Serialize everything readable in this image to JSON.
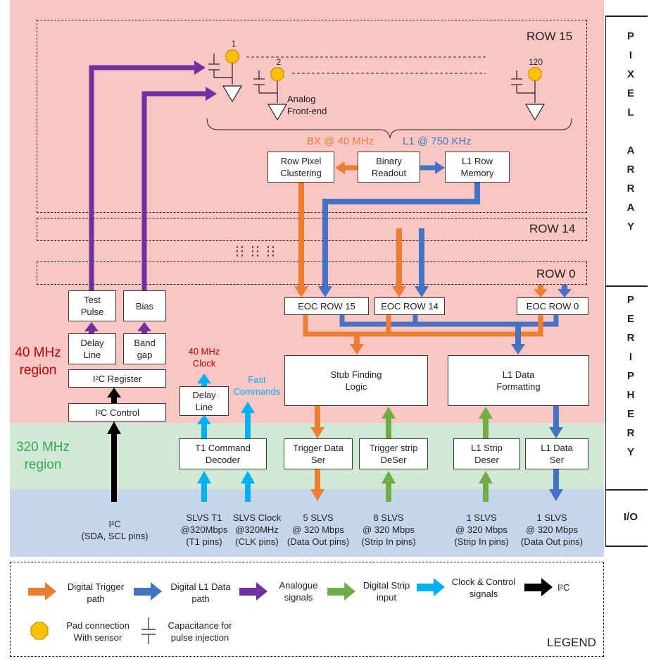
{
  "colors": {
    "region_40mhz": "#f9c6c4",
    "region_320mhz": "#cfe9d4",
    "region_io": "#c6d6ea",
    "trigger": "#ed7d31",
    "l1": "#4472c4",
    "analogue": "#7030a0",
    "strip": "#70ad47",
    "clock": "#00b0f0",
    "i2c": "#000000",
    "pad": "#ffc000"
  },
  "regions": {
    "r40": "40 MHz\nregion",
    "r320": "320 MHz\nregion"
  },
  "side_labels": {
    "pixel_array": "P\nI\nX\nE\nL\n\nA\nR\nR\nA\nY",
    "periphery": "P\nE\nR\nI\nP\nH\nE\nR\nY",
    "io": "I/O"
  },
  "pixel_array": {
    "row15": "ROW 15",
    "row14": "ROW 14",
    "row0": "ROW 0",
    "pixel_numbers": [
      "1",
      "2",
      "120"
    ],
    "analog_frontend": "Analog\nFront-end",
    "bx_label": "BX @ 40 MHz",
    "l1_label": "L1 @ 750 KHz",
    "row_pixel_clustering": "Row Pixel\nClustering",
    "binary_readout": "Binary\nReadout",
    "l1_row_memory": "L1 Row\nMemory"
  },
  "periphery": {
    "eoc15": "EOC ROW 15",
    "eoc14": "EOC ROW 14",
    "eoc0": "EOC ROW 0",
    "test_pulse": "Test\nPulse",
    "bias": "Bias",
    "delay_line_left": "Delay\nLine",
    "band_gap": "Band\ngap",
    "i2c_register": "I²C Register",
    "i2c_control": "I²C Control",
    "clock_40": "40 MHz\nClock",
    "fast_commands": "Fast\nCommands",
    "delay_line_clock": "Delay\nLine",
    "t1_decoder": "T1 Command\nDecoder",
    "stub_finding": "Stub Finding\nLogic",
    "l1_formatting": "L1 Data\nFormatting",
    "trigger_data_ser": "Trigger Data\nSer",
    "trigger_strip_deser": "Trigger strip\nDeSer",
    "l1_strip_deser": "L1 Strip\nDeser",
    "l1_data_ser": "L1 Data\nSer"
  },
  "io": {
    "i2c": "I²C\n(SDA, SCL pins)",
    "slvs_t1": "SLVS T1\n@320Mbps\n(T1 pins)",
    "slvs_clock": "SLVS Clock\n@320MHz\n(CLK pins)",
    "data_out_5": "5 SLVS\n@ 320 Mbps\n(Data Out pins)",
    "strip_in_8": "8 SLVS\n@ 320 Mbps\n(Strip In pins)",
    "strip_in_1": "1 SLVS\n@ 320 Mbps\n(Strip In pins)",
    "data_out_1": "1 SLVS\n@ 320 Mbps\n(Data Out pins)"
  },
  "legend": {
    "title": "LEGEND",
    "trigger": "Digital Trigger\npath",
    "l1": "Digital L1 Data\npath",
    "analogue": "Analogue\nsignals",
    "strip": "Digital Strip\ninput",
    "clock": "Clock & Control\nsignals",
    "i2c": "I²C",
    "pad": "Pad connection\nWith sensor",
    "cap": "Capacitance for\npulse injection"
  }
}
